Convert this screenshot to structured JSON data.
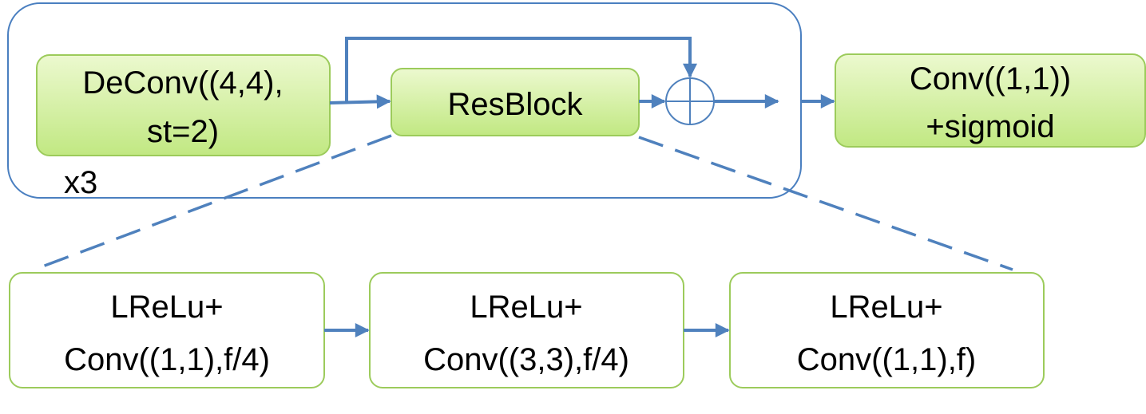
{
  "repeat_group": {
    "label": "x3"
  },
  "nodes": {
    "deconv": {
      "line1": "DeConv((4,4),",
      "line2": "st=2)"
    },
    "resblock": {
      "label": "ResBlock"
    },
    "add": {
      "symbol": "sum"
    },
    "output": {
      "line1": "Conv((1,1))",
      "line2": "+sigmoid"
    },
    "block1": {
      "line1": "LReLu+",
      "line2": "Conv((1,1),f/4)"
    },
    "block2": {
      "line1": "LReLu+",
      "line2": "Conv((3,3),f/4)"
    },
    "block3": {
      "line1": "LReLu+",
      "line2": "Conv((1,1),f)"
    }
  },
  "colors": {
    "container_stroke": "#4a7fc0",
    "arrow": "#4f81bd",
    "green_fill_top": "#ecf9cf",
    "green_fill_bottom": "#c1e882",
    "green_stroke": "#9ccb5b",
    "white_fill": "#ffffff",
    "text": "#000000"
  }
}
